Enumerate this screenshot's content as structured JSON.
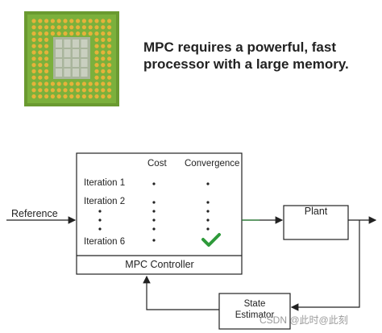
{
  "headline": {
    "line1": "MPC requires a powerful, fast",
    "line2": "processor with a large memory."
  },
  "diagram": {
    "reference_label": "Reference",
    "cost_header": "Cost",
    "convergence_header": "Convergence",
    "iteration_1": "Iteration 1",
    "iteration_2": "Iteration 2",
    "iteration_6": "Iteration 6",
    "controller_label": "MPC Controller",
    "plant_label": "Plant",
    "state_estimator_line1": "State",
    "state_estimator_line2": "Estimator"
  },
  "watermark": "CSDN @此时@此刻",
  "colors": {
    "chip_board": "#7bb03c",
    "chip_pins": "#e6b23a",
    "chip_die": "#c9cfc0",
    "checkmark": "#2e9a3a"
  }
}
